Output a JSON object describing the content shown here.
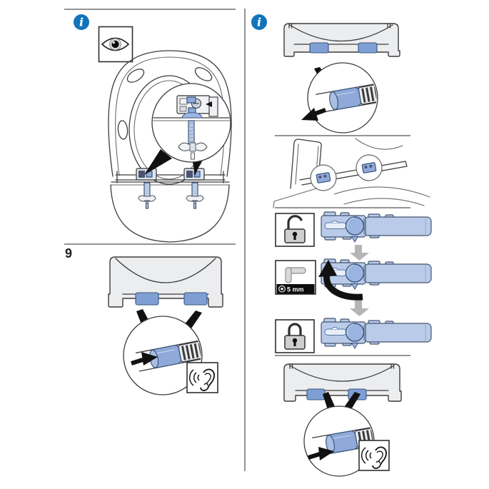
{
  "document": {
    "kind": "toilet-seat-installation-instruction-sheet",
    "step_number": "9",
    "tool_size_label": "5 mm",
    "info_glyph": "i"
  },
  "icons": {
    "info": "info-icon",
    "eye": "eye-icon",
    "ear": "ear-icon",
    "lock_open": "lock-open-icon",
    "lock_closed": "lock-closed-icon",
    "allen_key": "allen-key-icon",
    "hex_socket": "hex-socket-icon",
    "insert_arrow": "arrow-right-icon",
    "remove_arrow": "arrow-left-icon",
    "rotate_arrow": "curved-arrow-icon",
    "next_step_arrow": "down-arrow-icon",
    "pointer_triangle": "magnifier-pointer-icon"
  },
  "colors": {
    "info_blue": "#1274bb",
    "part_blue_light": "#b9cbe8",
    "part_blue_mid": "#8fa9d8",
    "part_blue_tab": "#7f9fd4",
    "part_outline_blue": "#39557e",
    "outline_dark": "#3c3c3c",
    "seat_fill_gray": "#ecedef",
    "divider_gray": "#949494",
    "step_arrow_gray": "#b5b5b5",
    "lock_gray": "#cfcfcf",
    "black": "#111111"
  }
}
